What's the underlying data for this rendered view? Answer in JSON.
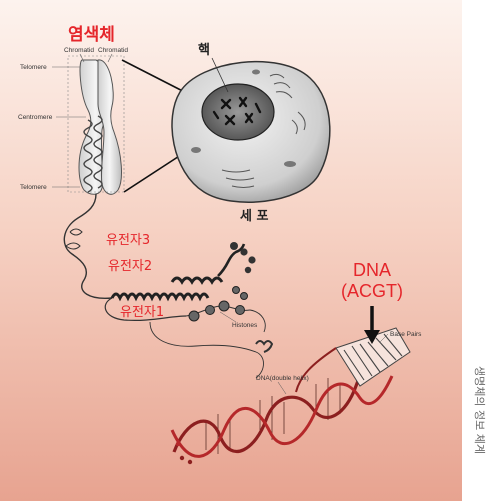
{
  "title": "염색체",
  "chromosome_labels": {
    "chromatid_left": "Chromatid",
    "chromatid_right": "Chromatid",
    "telomere_top": "Telomere",
    "centromere": "Centromere",
    "telomere_bottom": "Telomere"
  },
  "cell": {
    "nucleus_label": "핵",
    "cell_label": "세 포"
  },
  "genes": [
    "유전자3",
    "유전자2",
    "유전자1"
  ],
  "histones_label": "Histones",
  "dna": {
    "title_line1": "DNA",
    "title_line2": "(ACGT)",
    "base_pairs_label": "Base Pairs",
    "helix_label": "DNA(double helix)"
  },
  "side_caption": "생명체의 정보 체계",
  "colors": {
    "accent_red": "#e5262b",
    "bg_top": "#fbeee7",
    "bg_bottom": "#e9a593",
    "ink": "#333333"
  }
}
